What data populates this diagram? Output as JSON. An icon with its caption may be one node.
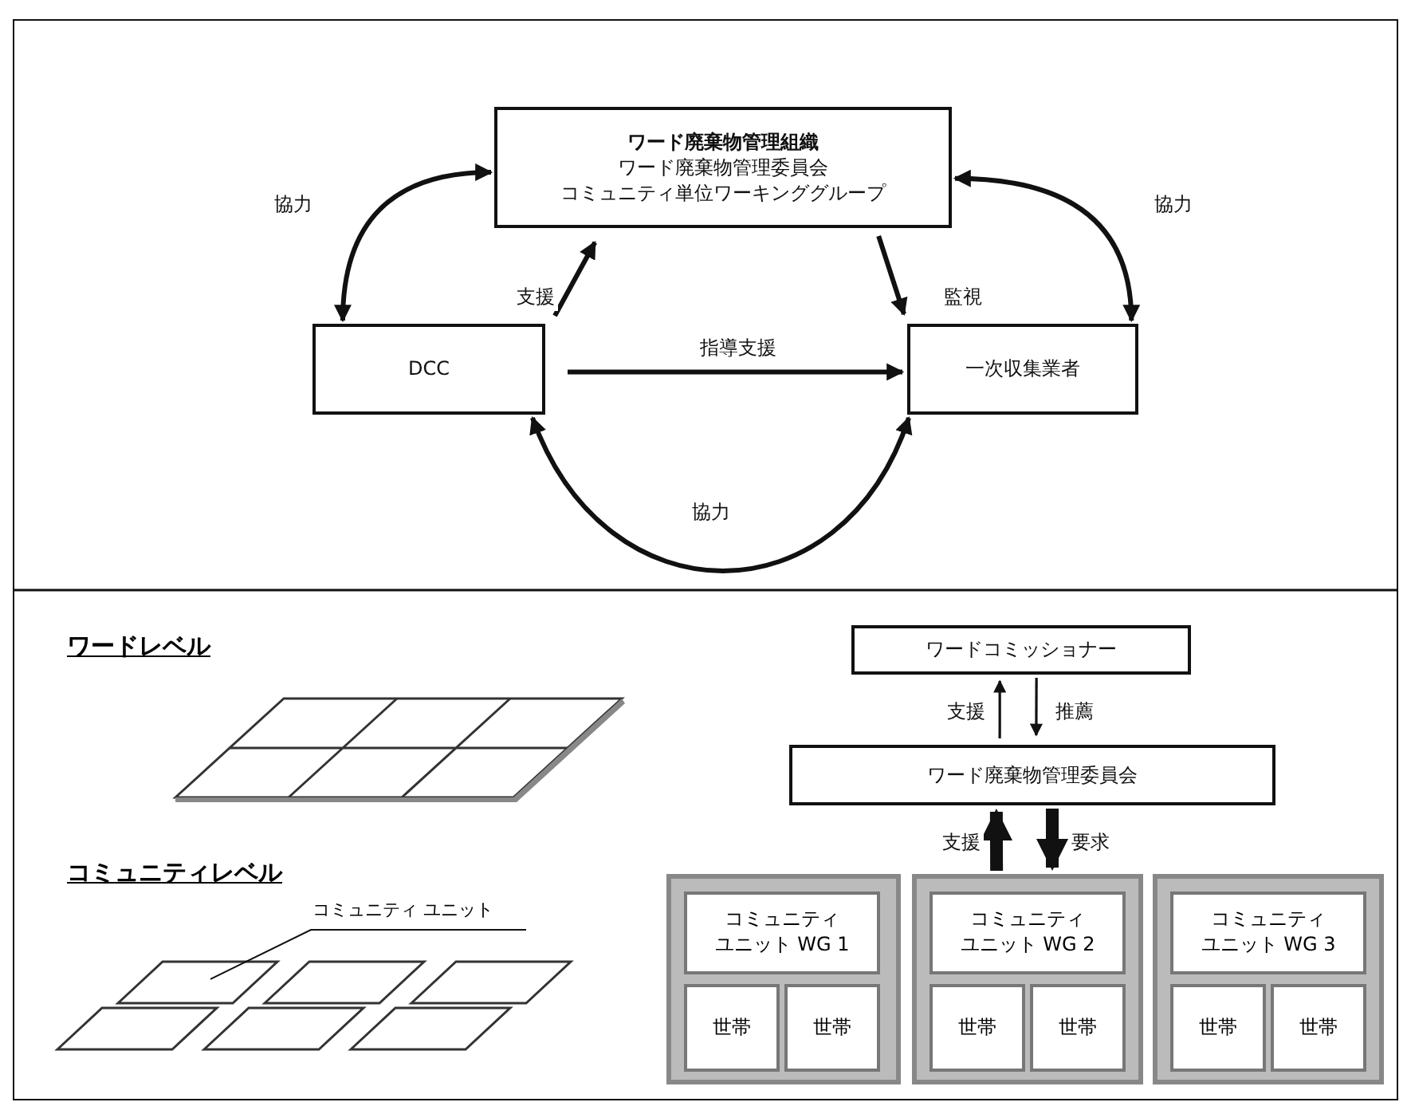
{
  "diagram": {
    "nodes": [
      {
        "text": [
          "ワード廃棄物管理組織",
          "ワード廃棄物管理委員会",
          "コミュニティ単位ワーキンググループ"
        ]
      },
      {
        "text": [
          "DCC"
        ]
      },
      {
        "text": [
          "一次収集業者"
        ]
      },
      {
        "text": [
          "ワードコミッショナー"
        ]
      },
      {
        "text": [
          "ワード廃棄物管理委員会"
        ]
      },
      {
        "text": [],
        "shape": "box"
      },
      {
        "text": [
          "コミュニティユニット WG 1"
        ],
        "in": 5
      },
      {
        "text": [
          "世帯"
        ],
        "in": 5
      },
      {
        "text": [
          "世帯"
        ],
        "in": 5
      },
      {
        "text": [],
        "shape": "box"
      },
      {
        "text": [
          "コミュニティユニット WG 2"
        ],
        "in": 9
      },
      {
        "text": [
          "世帯"
        ],
        "in": 9
      },
      {
        "text": [
          "世帯"
        ],
        "in": 9
      },
      {
        "text": [],
        "shape": "box"
      },
      {
        "text": [
          "コミュニティユニット WG 3"
        ],
        "in": 13
      },
      {
        "text": [
          "世帯"
        ],
        "in": 13
      },
      {
        "text": [
          "世帯"
        ],
        "in": 13
      },
      {
        "text": [
          "コミュニティ ユニット"
        ]
      },
      {
        "text": [],
        "shape": "box"
      }
    ],
    "edges": [
      {
        "from": 1,
        "to": 0,
        "arrow": "both",
        "label": "協力"
      },
      {
        "from": 0,
        "to": 2,
        "arrow": "both",
        "label": "協力"
      },
      {
        "from": 1,
        "to": 0,
        "arrow": "to",
        "label": "支援"
      },
      {
        "from": 0,
        "to": 2,
        "arrow": "to",
        "label": "監視"
      },
      {
        "from": 1,
        "to": 2,
        "arrow": "to",
        "label": "指導支援"
      },
      {
        "from": 1,
        "to": 2,
        "arrow": "both",
        "label": "協力"
      },
      {
        "from": 4,
        "to": 3,
        "arrow": "to",
        "label": "支援"
      },
      {
        "from": 3,
        "to": 4,
        "arrow": "to",
        "label": "推薦"
      },
      {
        "from": 9,
        "to": 4,
        "arrow": "to",
        "label": "支援",
        "style": "thick"
      },
      {
        "from": 4,
        "to": 9,
        "arrow": "to",
        "label": "要求",
        "style": "thick"
      },
      {
        "from": 17,
        "to": 18,
        "arrow": "none"
      }
    ],
    "labels": [
      "ワードレベル",
      "コミュニティレベル"
    ]
  }
}
